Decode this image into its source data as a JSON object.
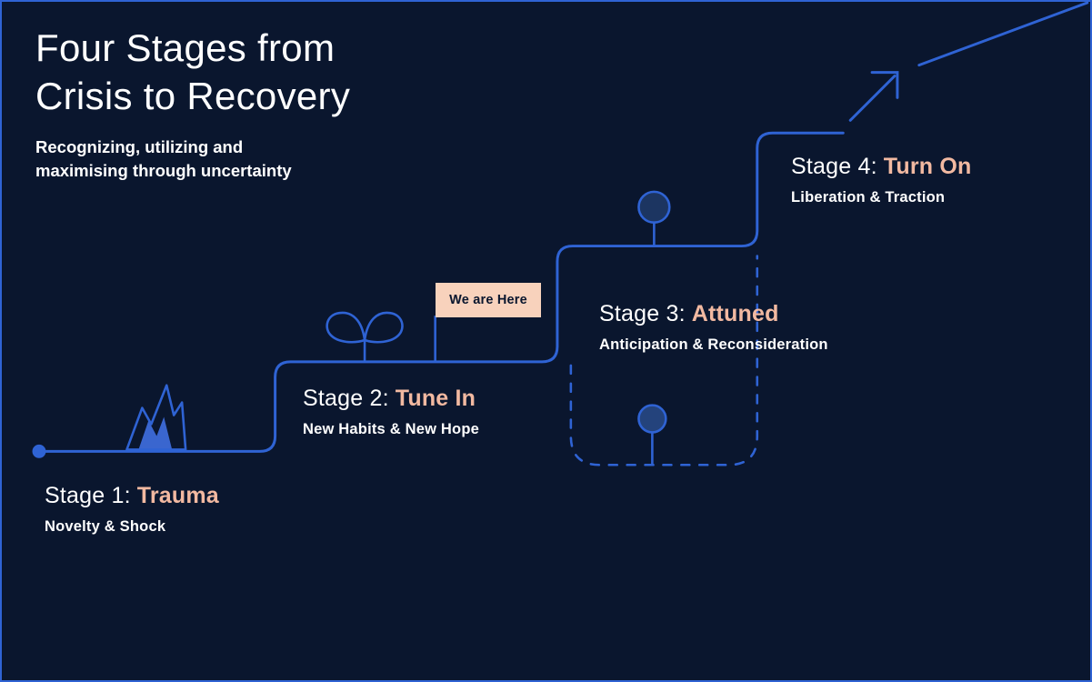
{
  "colors": {
    "bg": "#0a162e",
    "line": "#2f63d4",
    "accent": "#f2b9a1",
    "flag-bg": "#f8d2bc",
    "flag-text": "#0a162e",
    "text": "#ffffff",
    "icon-fill": "#1c3561",
    "flame-fill": "#3a66cf"
  },
  "header": {
    "title_line1": "Four Stages from",
    "title_line2": "Crisis to Recovery",
    "subtitle_line1": "Recognizing, utilizing and",
    "subtitle_line2": "maximising through uncertainty"
  },
  "flag": {
    "label": "We are Here"
  },
  "stages": [
    {
      "prefix": "Stage 1:",
      "name": "Trauma",
      "subtitle": "Novelty & Shock"
    },
    {
      "prefix": "Stage 2:",
      "name": "Tune In",
      "subtitle": "New Habits & New Hope"
    },
    {
      "prefix": "Stage 3:",
      "name": "Attuned",
      "subtitle": "Anticipation & Reconsideration"
    },
    {
      "prefix": "Stage 4:",
      "name": "Turn On",
      "subtitle": "Liberation & Traction"
    }
  ],
  "icons": {
    "start": "start-dot-icon",
    "stage1": "flame-icon",
    "stage2": "sprout-icon",
    "stage3_top": "balloon-icon",
    "stage3_bottom": "balloon-icon",
    "stage4": "arrow-up-right-icon",
    "current_position": "we-are-here-flag"
  }
}
